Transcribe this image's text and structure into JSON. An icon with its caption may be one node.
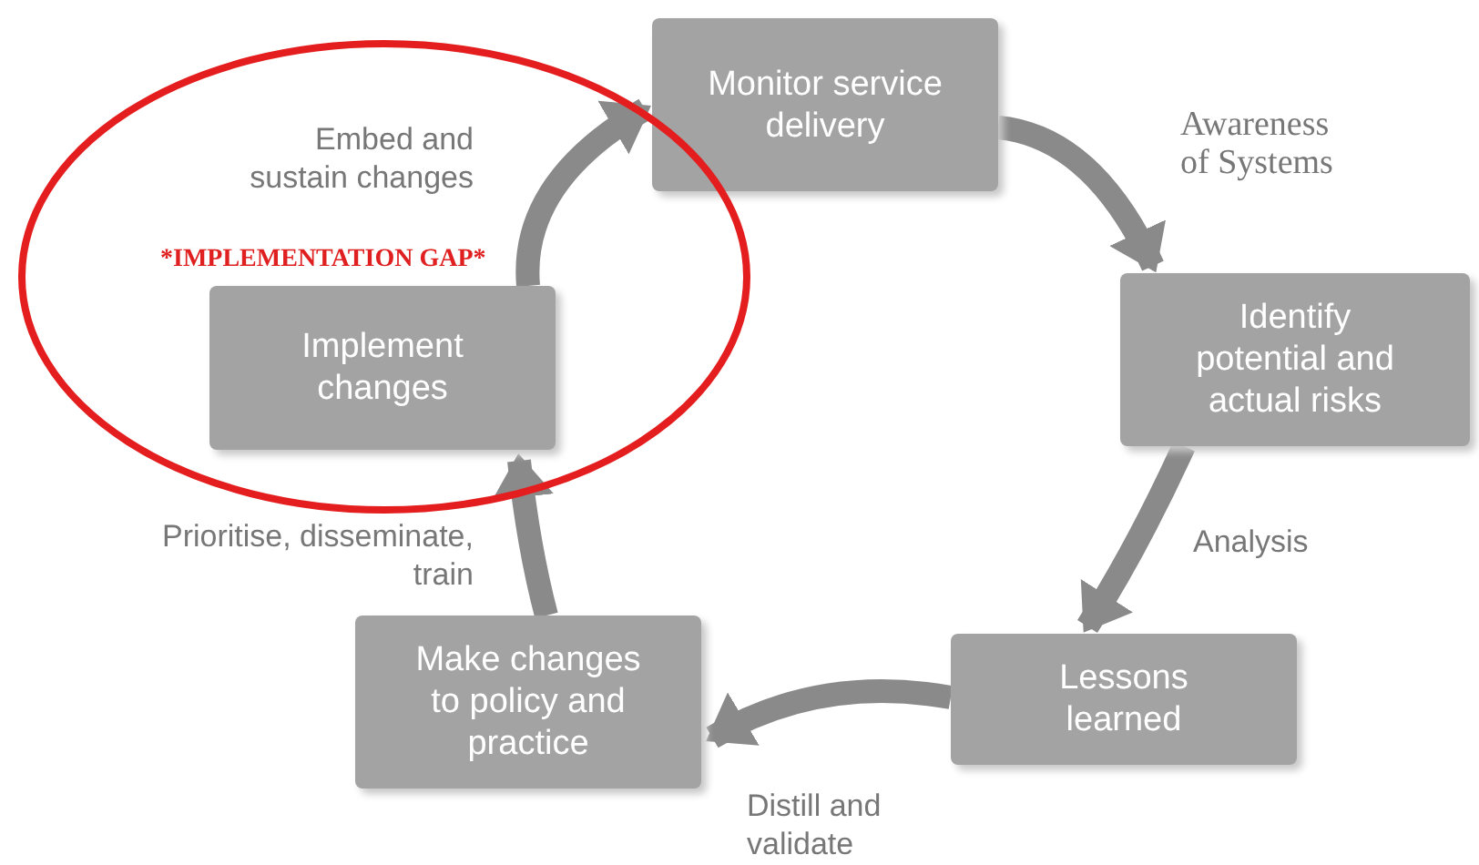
{
  "diagram": {
    "nodes": [
      {
        "text": [
          "Monitor service delivery"
        ]
      },
      {
        "text": [
          "Identify potential and actual risks"
        ]
      },
      {
        "text": [
          "Lessons learned"
        ]
      },
      {
        "text": [
          "Make changes to policy and practice"
        ]
      },
      {
        "text": [
          "*IMPLEMENTATION GAP*"
        ]
      },
      {
        "text": [
          "Implement changes"
        ],
        "in": 4
      }
    ],
    "edges": [
      {
        "from": 0,
        "to": 1,
        "arrow": "to",
        "label": "Awareness of Systems"
      },
      {
        "from": 1,
        "to": 2,
        "arrow": "to",
        "label": "Analysis"
      },
      {
        "from": 2,
        "to": 3,
        "arrow": "to",
        "label": "Distill and validate"
      },
      {
        "from": 3,
        "to": 5,
        "arrow": "to",
        "label": "Prioritise, disseminate, train"
      },
      {
        "from": 5,
        "to": 0,
        "arrow": "to",
        "label": "Embed and sustain changes"
      }
    ]
  }
}
